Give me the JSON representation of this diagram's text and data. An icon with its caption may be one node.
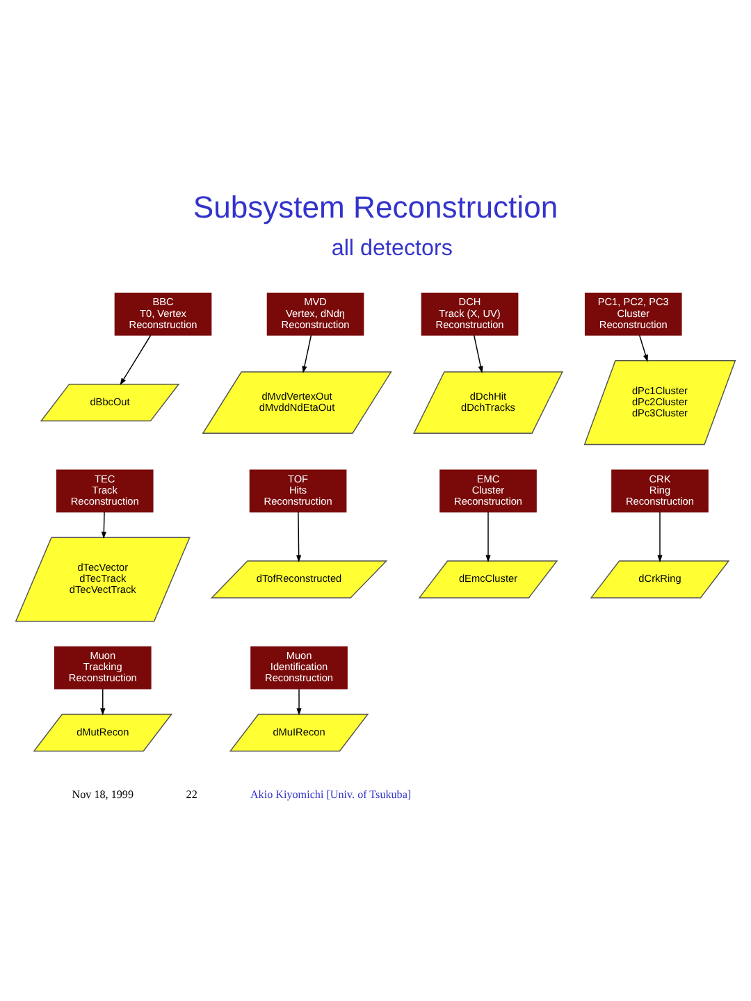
{
  "diagram": {
    "title": "Subsystem Reconstruction",
    "nodes": [
      {
        "text": [
          "BBC",
          "T0, Vertex",
          "Reconstruction"
        ]
      },
      {
        "text": [
          "MVD",
          "Vertex, dNdη",
          "Reconstruction"
        ]
      },
      {
        "text": [
          "DCH",
          "Track (X, UV)",
          "Reconstruction"
        ]
      },
      {
        "text": [
          "PC1, PC2, PC3",
          "Cluster",
          "Reconstruction"
        ]
      },
      {
        "text": [
          "dBbcOut"
        ]
      },
      {
        "text": [
          "dMvdVertexOut",
          "dMvddNdEtaOut"
        ]
      },
      {
        "text": [
          "dDchHit",
          "dDchTracks"
        ]
      },
      {
        "text": [
          "dPc1Cluster",
          "dPc2Cluster",
          "dPc3Cluster"
        ]
      },
      {
        "text": [
          "TEC",
          "Track",
          "Reconstruction"
        ]
      },
      {
        "text": [
          "TOF",
          "Hits",
          "Reconstruction"
        ]
      },
      {
        "text": [
          "EMC",
          "Cluster",
          "Reconstruction"
        ]
      },
      {
        "text": [
          "CRK",
          "Ring",
          "Reconstruction"
        ]
      },
      {
        "text": [
          "dTecVector",
          "dTecTrack",
          "dTecVectTrack"
        ]
      },
      {
        "text": [
          "dTofReconstructed"
        ]
      },
      {
        "text": [
          "dEmcCluster"
        ]
      },
      {
        "text": [
          "dCrkRing"
        ]
      },
      {
        "text": [
          "Muon",
          "Tracking",
          "Reconstruction"
        ]
      },
      {
        "text": [
          "Muon",
          "Identification",
          "Reconstruction"
        ]
      },
      {
        "text": [
          "dMutRecon"
        ]
      },
      {
        "text": [
          "dMuIRecon"
        ]
      }
    ],
    "edges": [
      {
        "from": 0,
        "to": 4,
        "arrow": "to"
      },
      {
        "from": 1,
        "to": 5,
        "arrow": "to"
      },
      {
        "from": 2,
        "to": 6,
        "arrow": "to"
      },
      {
        "from": 3,
        "to": 7,
        "arrow": "to"
      },
      {
        "from": 8,
        "to": 12,
        "arrow": "to"
      },
      {
        "from": 9,
        "to": 13,
        "arrow": "to"
      },
      {
        "from": 10,
        "to": 14,
        "arrow": "to"
      },
      {
        "from": 11,
        "to": 15,
        "arrow": "to"
      },
      {
        "from": 16,
        "to": 18,
        "arrow": "to"
      },
      {
        "from": 17,
        "to": 19,
        "arrow": "to"
      }
    ],
    "labels": [
      "all detectors",
      "Nov 18, 1999",
      "22",
      "Akio Kiyomichi [Univ. of Tsukuba]"
    ]
  }
}
